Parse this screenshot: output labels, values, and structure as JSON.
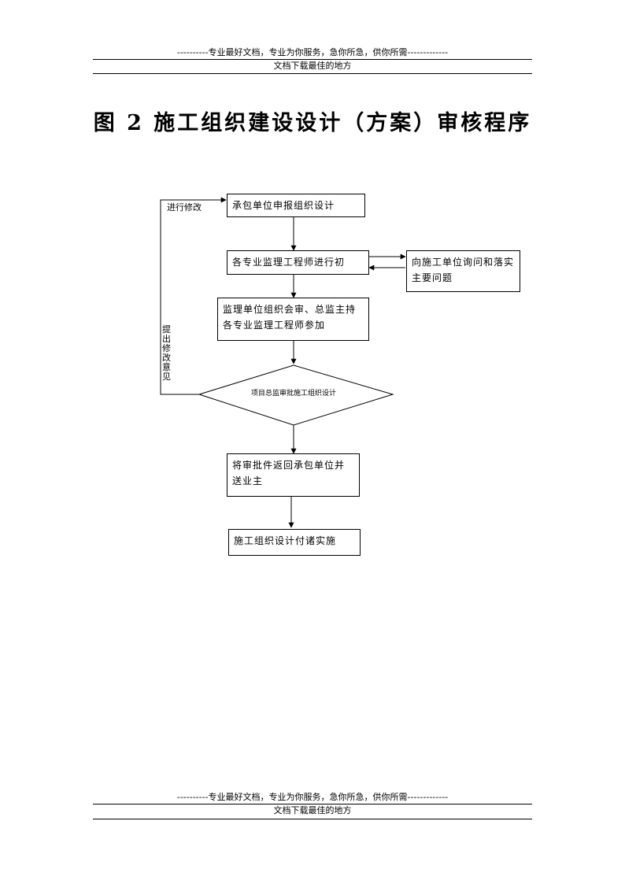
{
  "header": {
    "slogan": "----------专业最好文档，专业为你服务，急你所急，供你所需-------------",
    "subtitle": "文档下载最佳的地方"
  },
  "footer": {
    "slogan": "----------专业最好文档，专业为你服务，急你所急，供你所需-------------",
    "subtitle": "文档下载最佳的地方"
  },
  "title": "图 2 施工组织建设设计（方案）审核程序",
  "flow": {
    "step1": "承包单位申报组织设计",
    "step2": "各专业监理工程师进行初",
    "side": "向施工单位询问和落实主要问题",
    "step3": "监理单位组织会审、总监主持各专业监理工程师参加",
    "decision": "项目总监审批施工组织设计",
    "step4": "将审批件返回承包单位并送业主",
    "step5": "施工组织设计付诸实施",
    "loop_top_label": "进行修改",
    "loop_side_label": "提出修改意见"
  }
}
